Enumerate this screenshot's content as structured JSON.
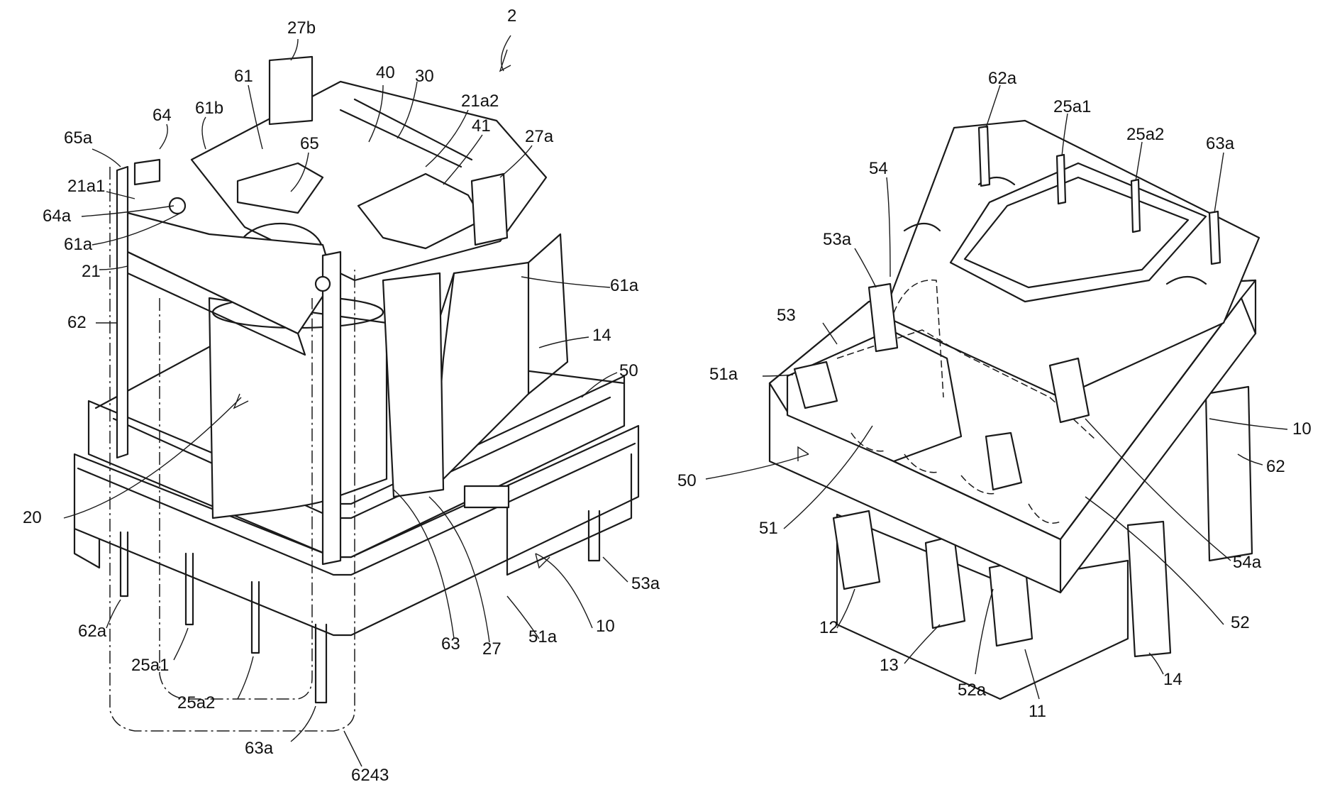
{
  "figure": {
    "left_view": {
      "number": "2",
      "labels": {
        "l_27b": "27b",
        "l_40": "40",
        "l_30": "30",
        "l_21a2": "21a2",
        "l_61": "61",
        "l_61b": "61b",
        "l_64": "64",
        "l_65": "65",
        "l_41": "41",
        "l_27a": "27a",
        "l_65a": "65a",
        "l_21a1": "21a1",
        "l_64a": "64a",
        "l_61a_left": "61a",
        "l_21": "21",
        "l_61a_right": "61a",
        "l_62": "62",
        "l_14": "14",
        "l_50": "50",
        "l_20": "20",
        "l_53a": "53a",
        "l_10": "10",
        "l_62a": "62a",
        "l_63": "63",
        "l_27": "27",
        "l_51a": "51a",
        "l_25a1": "25a1",
        "l_25a2": "25a2",
        "l_63a": "63a",
        "l_6243": "6243"
      }
    },
    "right_view": {
      "labels": {
        "r_62a": "62a",
        "r_25a1": "25a1",
        "r_25a2": "25a2",
        "r_63a": "63a",
        "r_54": "54",
        "r_53a": "53a",
        "r_53": "53",
        "r_51a": "51a",
        "r_10": "10",
        "r_62": "62",
        "r_50": "50",
        "r_51": "51",
        "r_54a": "54a",
        "r_52": "52",
        "r_12": "12",
        "r_13": "13",
        "r_52a": "52a",
        "r_11": "11",
        "r_14": "14"
      }
    }
  }
}
